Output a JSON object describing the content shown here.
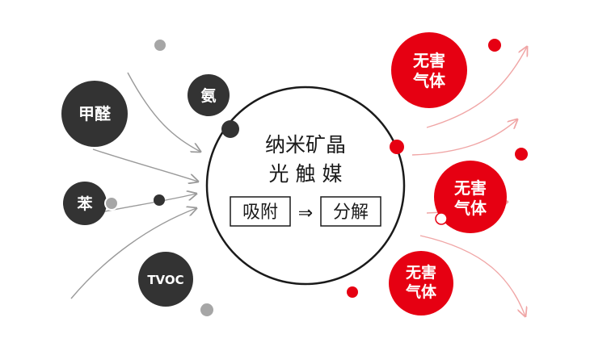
{
  "colors": {
    "dark": "#333333",
    "red": "#e60012",
    "gray_dot": "#a6a6a6",
    "gray_arrow": "#9a9a9a",
    "red_arrow": "#f0a6a6"
  },
  "pollutants": [
    {
      "label": "甲醛"
    },
    {
      "label": "氨"
    },
    {
      "label": "苯"
    },
    {
      "label": "TVOC"
    }
  ],
  "center": {
    "line1": "纳米矿晶",
    "line2": "光 触 媒",
    "process_step1": "吸附",
    "arrow": "⇒",
    "process_step2": "分解"
  },
  "outputs": [
    {
      "line1": "无害",
      "line2": "气体"
    },
    {
      "line1": "无害",
      "line2": "气体"
    },
    {
      "line1": "无害",
      "line2": "气体"
    }
  ]
}
